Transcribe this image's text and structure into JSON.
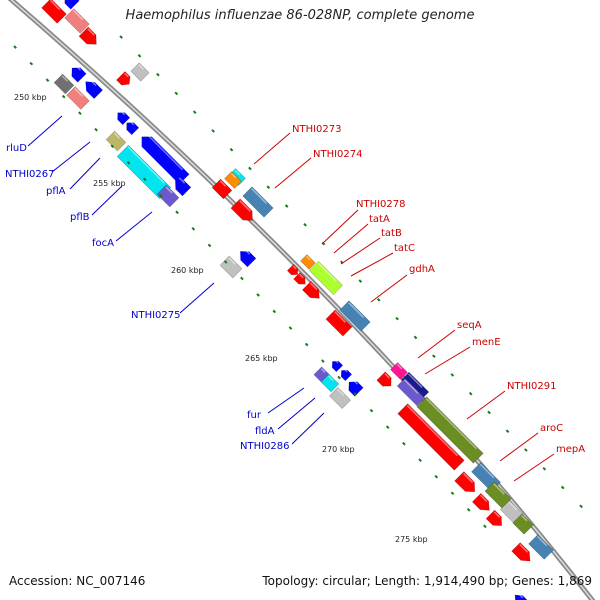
{
  "title": "Haemophilus influenzae 86-028NP, complete genome",
  "footer": {
    "accession": "Accession: NC_007146",
    "summary": "Topology: circular; Length: 1,914,490 bp; Genes: 1,869"
  },
  "colors": {
    "backbone": "#8a8a8a",
    "forward_label": "#cc0000",
    "reverse_label": "#0000cc",
    "tick": "#1a7a1a",
    "gene_red": "#ff0000",
    "gene_pink": "#f08080",
    "gene_blue": "#0000ff",
    "gene_navy": "#1a1a8c",
    "gene_slate": "#4682b4",
    "gene_olive": "#6b8e23",
    "gene_lime": "#adff2f",
    "gene_cyan": "#00e5ee",
    "gene_orange": "#ff8c00",
    "gene_purple": "#6a5acd",
    "gene_magenta": "#ff1493",
    "gene_khaki": "#bdb76b",
    "gene_gray": "#c0c0c0",
    "gene_darkgray": "#707070"
  },
  "kbp_markers": [
    {
      "text": "250 kbp"
    },
    {
      "text": "255 kbp"
    },
    {
      "text": "260 kbp"
    },
    {
      "text": "265 kbp"
    },
    {
      "text": "270 kbp"
    },
    {
      "text": "275 kbp"
    }
  ],
  "forward_genes": [
    {
      "label": "NTHI0273"
    },
    {
      "label": "NTHI0274"
    },
    {
      "label": "NTHI0278"
    },
    {
      "label": "tatA"
    },
    {
      "label": "tatB"
    },
    {
      "label": "tatC"
    },
    {
      "label": "gdhA"
    },
    {
      "label": "seqA"
    },
    {
      "label": "menE"
    },
    {
      "label": "NTHI0291"
    },
    {
      "label": "aroC"
    },
    {
      "label": "mepA"
    }
  ],
  "reverse_genes": [
    {
      "label": "rluD"
    },
    {
      "label": "NTHI0267"
    },
    {
      "label": "pflA"
    },
    {
      "label": "pflB"
    },
    {
      "label": "focA"
    },
    {
      "label": "NTHI0275"
    },
    {
      "label": "fur"
    },
    {
      "label": "fldA"
    },
    {
      "label": "NTHI0286"
    }
  ]
}
